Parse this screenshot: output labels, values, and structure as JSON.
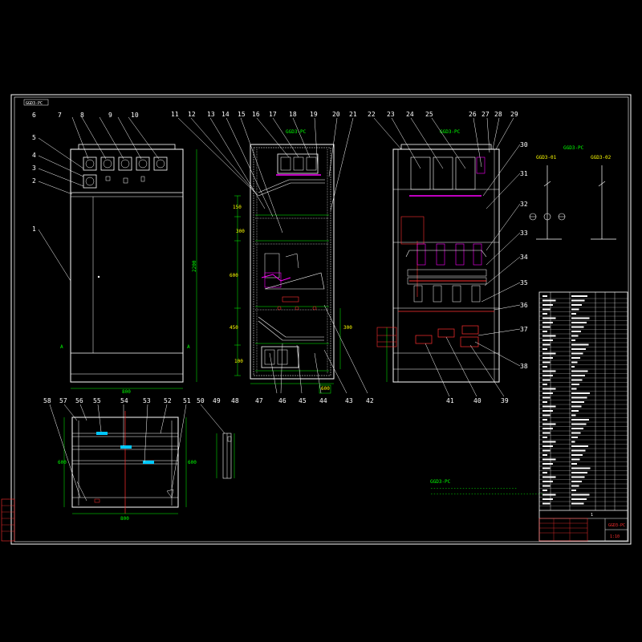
{
  "drawing": {
    "title_tag": "GGD3-PC",
    "front_view_dims": {
      "width": "800",
      "height": "2200",
      "phase_left": "A",
      "phase_right": "A"
    },
    "side_view": {
      "title": "GGD3-PC",
      "dims": [
        "150",
        "300",
        "600",
        "450",
        "100",
        "300",
        "600"
      ]
    },
    "rear_view": {
      "title": "GGD3-PC"
    },
    "top_view_dims": {
      "width": "800",
      "depth": "600",
      "depth_right": "600"
    },
    "schematic": {
      "title": "GGD3-PC",
      "col_a": "GGD3-01",
      "col_b": "GGD3-02"
    },
    "notes_text": [
      "GGD3-PC",
      "------------------------------",
      "---------------------------------------"
    ],
    "callouts_front": [
      "6",
      "7",
      "8",
      "9",
      "10",
      "5",
      "4",
      "3",
      "2",
      "1"
    ],
    "callouts_side_top": [
      "11",
      "12",
      "13",
      "14",
      "15",
      "16",
      "17",
      "18",
      "19",
      "20",
      "21"
    ],
    "callouts_rear_top": [
      "22",
      "23",
      "24",
      "25",
      "26",
      "27",
      "28",
      "29"
    ],
    "callouts_right": [
      "30",
      "31",
      "32",
      "33",
      "34",
      "35",
      "36",
      "37",
      "38"
    ],
    "callouts_bottom": [
      "41",
      "40",
      "39",
      "42",
      "43",
      "44",
      "45",
      "46",
      "47",
      "48",
      "49",
      "50",
      "51",
      "52",
      "53",
      "54",
      "55",
      "56",
      "57",
      "58"
    ],
    "title_block": {
      "drawing_no": "GGD3-PC",
      "sheet": "1",
      "scale": "1:10"
    }
  }
}
